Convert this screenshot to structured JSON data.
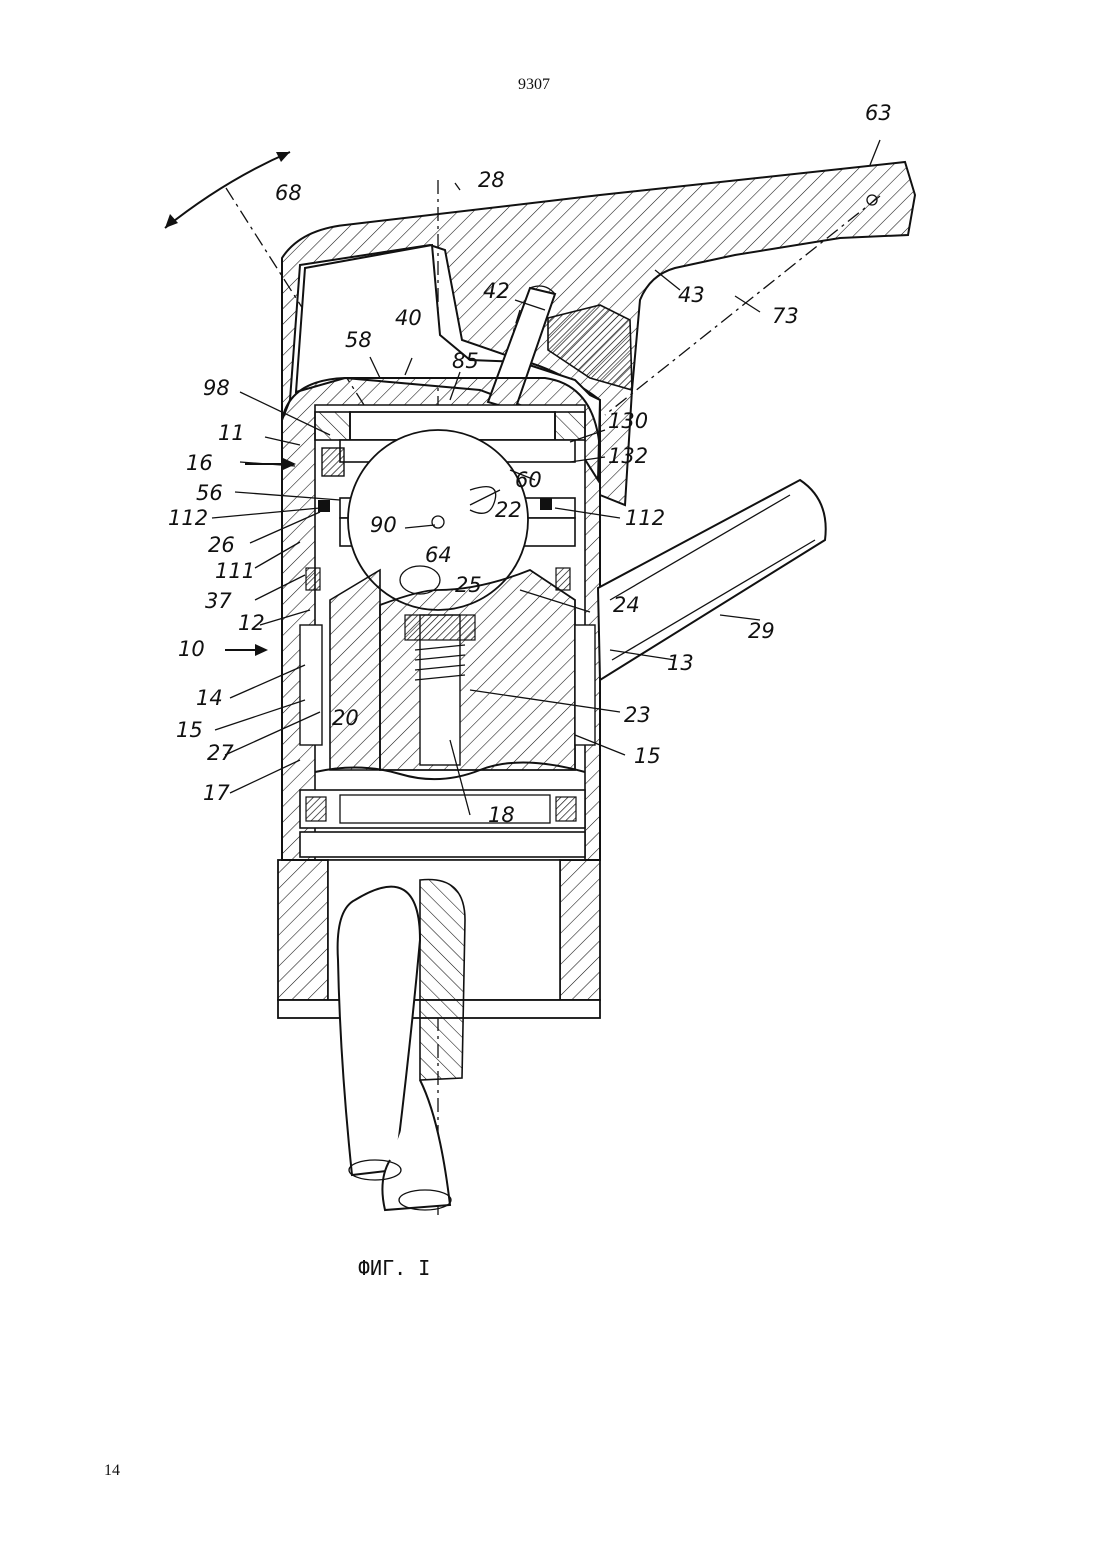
{
  "header": {
    "document_number": "9307"
  },
  "footer": {
    "page_number": "14"
  },
  "figure": {
    "caption": "ФИГ. I",
    "reference_labels": {
      "l63": "63",
      "l28": "28",
      "l68": "68",
      "l42": "42",
      "l43": "43",
      "l73": "73",
      "l40": "40",
      "l58": "58",
      "l85": "85",
      "l98": "98",
      "l130": "130",
      "l11": "11",
      "l132": "132",
      "l16": "16",
      "l60": "60",
      "l56": "56",
      "l22": "22",
      "l112a": "112",
      "l112b": "112",
      "l90": "90",
      "l26": "26",
      "l64": "64",
      "l111": "111",
      "l25": "25",
      "l37": "37",
      "l24": "24",
      "l12": "12",
      "l29": "29",
      "l10": "10",
      "l13": "13",
      "l14": "14",
      "l23": "23",
      "l15a": "15",
      "l20": "20",
      "l27": "27",
      "l15b": "15",
      "l17": "17",
      "l18": "18"
    }
  }
}
